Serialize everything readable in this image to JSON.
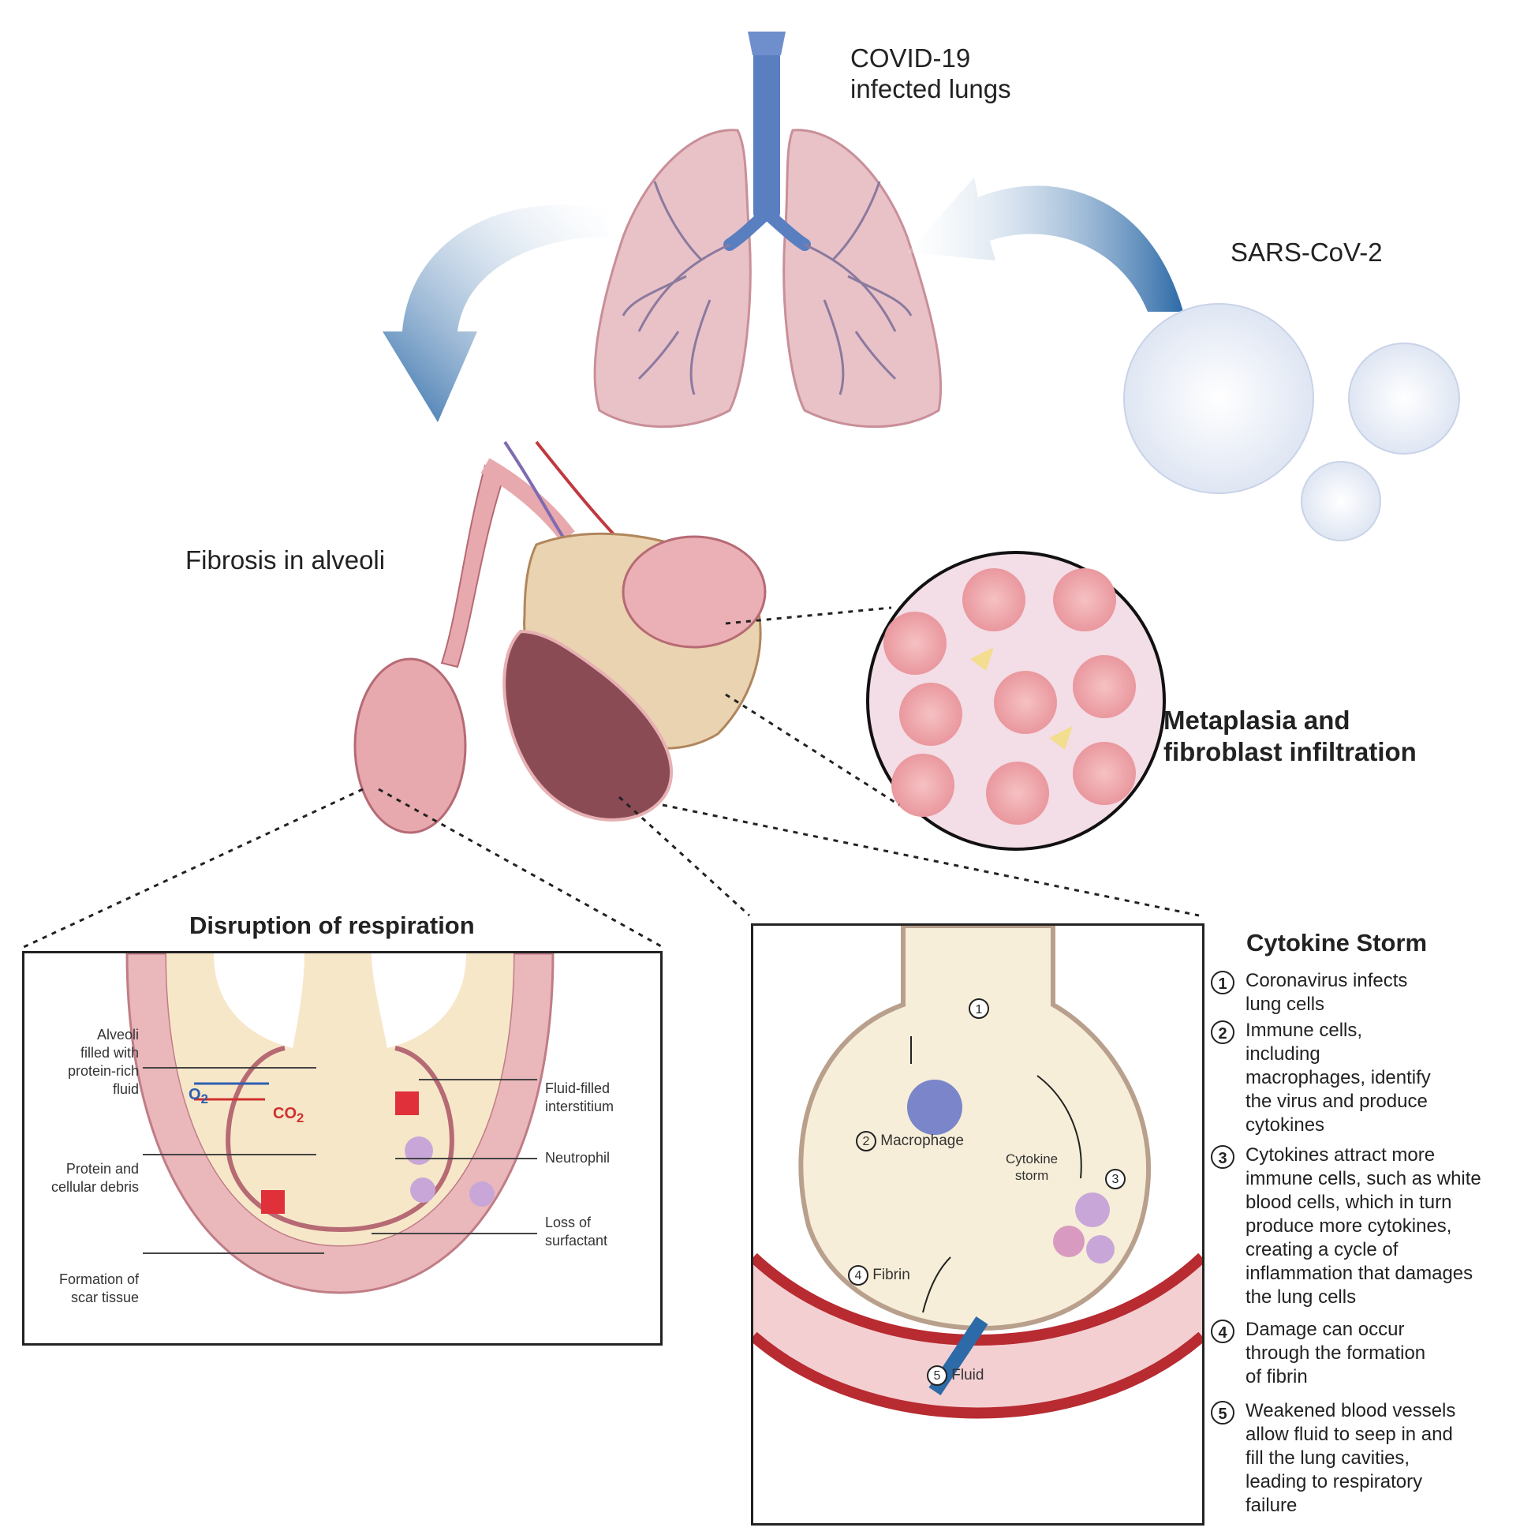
{
  "colors": {
    "lung": "#e9c2c8",
    "airway": "#5a7fc0",
    "arrow": "#2d6aa8",
    "virus": "#3c5fb8",
    "tissue": "#e7a9ad",
    "fluid": "#f7e7c9",
    "vessel": "#b72b31"
  },
  "labels": {
    "lungs": [
      "COVID-19",
      "infected lungs"
    ],
    "virus": "SARS-CoV-2",
    "fibrosis": "Fibrosis in alveoli",
    "metaplasia": [
      "Metaplasia and",
      "fibroblast infiltration"
    ]
  },
  "respiration": {
    "title": "Disruption of respiration",
    "o2": "O",
    "o2_sub": "2",
    "co2": "CO",
    "co2_sub": "2",
    "alveoli": [
      "Alveoli",
      "filled with",
      "protein-rich",
      "fluid"
    ],
    "protein": [
      "Protein and",
      "cellular debris"
    ],
    "scar": [
      "Formation of",
      "scar tissue"
    ],
    "interstitium": [
      "Fluid-filled",
      "interstitium"
    ],
    "neutrophil": "Neutrophil",
    "surfactant": [
      "Loss of",
      "surfactant"
    ]
  },
  "storm_panel": {
    "step1": "1",
    "step2": "2",
    "macrophage": "Macrophage",
    "cytokine": [
      "Cytokine",
      "storm"
    ],
    "step3": "3",
    "step4": "4",
    "fibrin": "Fibrin",
    "step5": "5",
    "fluid": "Fluid"
  },
  "cytokine_storm": {
    "title": "Cytokine Storm",
    "steps": [
      {
        "num": "1",
        "lines": [
          "Coronavirus infects",
          "lung cells"
        ]
      },
      {
        "num": "2",
        "lines": [
          "Immune cells,",
          "including",
          "macrophages, identify",
          "the virus and produce",
          "cytokines"
        ]
      },
      {
        "num": "3",
        "lines": [
          "Cytokines attract more",
          "immune cells, such as white",
          "blood cells, which in turn",
          "produce more cytokines,",
          "creating a cycle of",
          "inflammation that damages",
          "the lung cells"
        ]
      },
      {
        "num": "4",
        "lines": [
          "Damage can occur",
          "through the formation",
          "of fibrin"
        ]
      },
      {
        "num": "5",
        "lines": [
          "Weakened blood vessels",
          "allow fluid to seep in and",
          "fill the lung cavities,",
          "leading to respiratory",
          "failure"
        ]
      }
    ]
  }
}
